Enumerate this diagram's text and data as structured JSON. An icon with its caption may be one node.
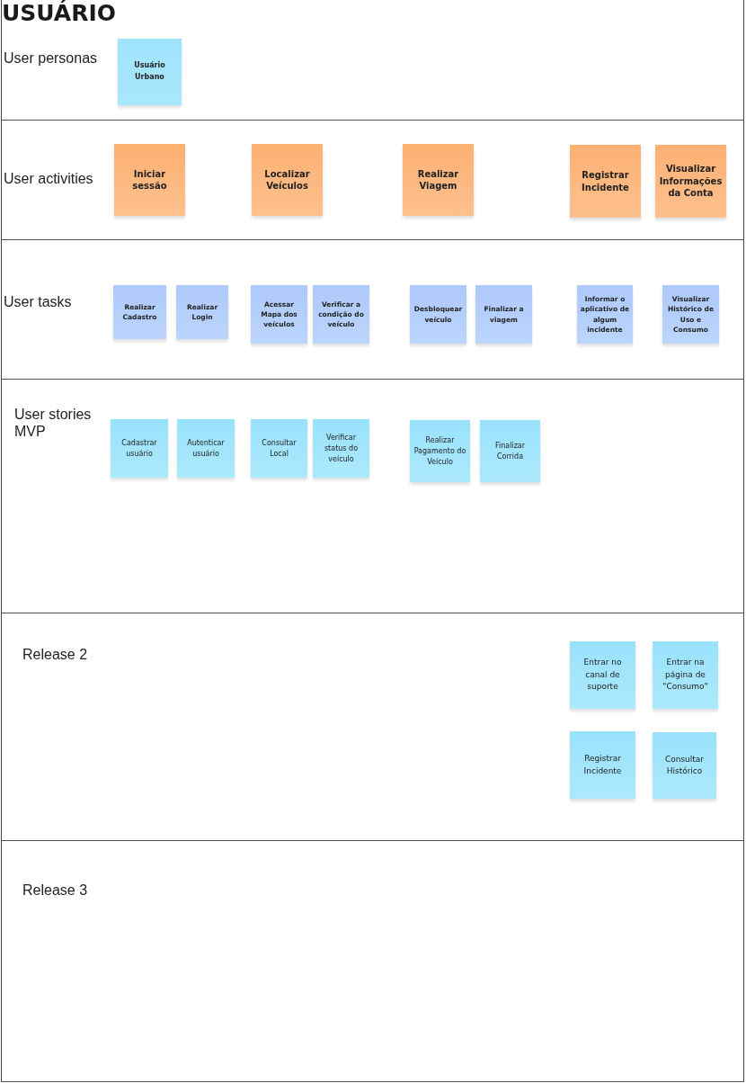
{
  "diagram": {
    "title": "USUÁRIO",
    "nodes": [
      {
        "text": [
          "User personas"
        ]
      },
      {
        "text": [
          "Usuário Urbano"
        ],
        "in": 0
      },
      {
        "text": [
          "User activities"
        ]
      },
      {
        "text": [
          "Iniciar sessão"
        ],
        "in": 2
      },
      {
        "text": [
          "Localizar Veículos"
        ],
        "in": 2
      },
      {
        "text": [
          "Realizar Viagem"
        ],
        "in": 2
      },
      {
        "text": [
          "Registrar Incidente"
        ],
        "in": 2
      },
      {
        "text": [
          "Visualizar Informações da Conta"
        ],
        "in": 2
      },
      {
        "text": [
          "User tasks"
        ]
      },
      {
        "text": [
          "Realizar Cadastro"
        ],
        "in": 8
      },
      {
        "text": [
          "Realizar Login"
        ],
        "in": 8
      },
      {
        "text": [
          "Acessar Mapa dos veículos"
        ],
        "in": 8
      },
      {
        "text": [
          "Verificar a condição do veículo"
        ],
        "in": 8
      },
      {
        "text": [
          "Desbloquear veículo"
        ],
        "in": 8
      },
      {
        "text": [
          "Finalizar a viagem"
        ],
        "in": 8
      },
      {
        "text": [
          "Informar o aplicativo de algum incidente"
        ],
        "in": 8
      },
      {
        "text": [
          "Visualizar Histórico de Uso e Consumo"
        ],
        "in": 8
      },
      {
        "text": [
          "User stories MVP"
        ]
      },
      {
        "text": [
          "Cadastrar usuário"
        ],
        "in": 17
      },
      {
        "text": [
          "Autenticar usuário"
        ],
        "in": 17
      },
      {
        "text": [
          "Consultar Local"
        ],
        "in": 17
      },
      {
        "text": [
          "Verificar status do veículo"
        ],
        "in": 17
      },
      {
        "text": [
          "Realizar Pagamento do Veículo"
        ],
        "in": 17
      },
      {
        "text": [
          "Finalizar Corrida"
        ],
        "in": 17
      },
      {
        "text": [
          "Release 2"
        ]
      },
      {
        "text": [
          "Entrar no canal de suporte"
        ],
        "in": 24
      },
      {
        "text": [
          "Entrar na página de \"Consumo\""
        ],
        "in": 24
      },
      {
        "text": [
          "Registrar Incidente"
        ],
        "in": 24
      },
      {
        "text": [
          "Consultar Histórico"
        ],
        "in": 24
      },
      {
        "text": [
          "Release 3"
        ]
      }
    ]
  }
}
